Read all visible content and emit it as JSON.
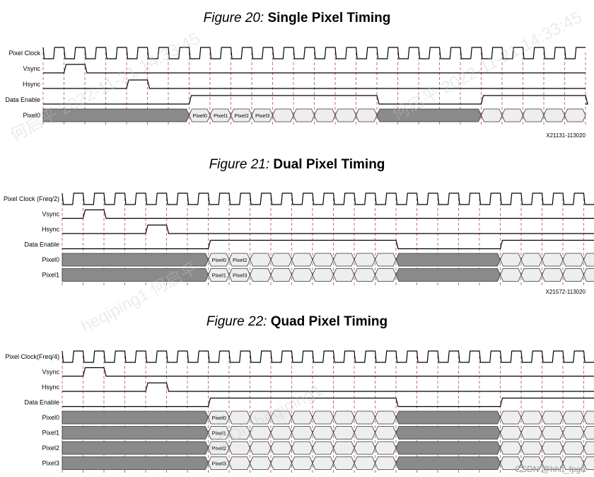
{
  "watermark": {
    "lines": [
      "何启平 2022-11-21 14:33:45",
      "heqiping1 何启平",
      "CSDN heqiping1"
    ]
  },
  "footer": "CSDN @hhh_fpga",
  "figures": [
    {
      "number": "Figure 20:",
      "name": "Single Pixel Timing",
      "code": "X21131-113020",
      "signals": [
        {
          "label": "Pixel Clock",
          "type": "clock"
        },
        {
          "label": "Vsync",
          "type": "pulse",
          "high": [
            [
              1,
              2
            ]
          ]
        },
        {
          "label": "Hsync",
          "type": "pulse",
          "high": [
            [
              4,
              5
            ]
          ]
        },
        {
          "label": "Data Enable",
          "type": "pulse",
          "high": [
            [
              7,
              16
            ],
            [
              21,
              26
            ]
          ]
        },
        {
          "label": "Pixel0",
          "type": "bus",
          "blank": [
            [
              0,
              7
            ],
            [
              16,
              21
            ]
          ],
          "labels": [
            "Pixel0",
            "Pixel1",
            "Pixel2",
            "Pixel3"
          ]
        }
      ]
    },
    {
      "number": "Figure 21:",
      "name": "Dual Pixel Timing",
      "code": "X21572-113020",
      "signals": [
        {
          "label": "Pixel Clock (Freq/2)",
          "type": "clock"
        },
        {
          "label": "Vsync",
          "type": "pulse",
          "high": [
            [
              1,
              2
            ]
          ]
        },
        {
          "label": "Hsync",
          "type": "pulse",
          "high": [
            [
              4,
              5
            ]
          ]
        },
        {
          "label": "Data Enable",
          "type": "pulse",
          "high": [
            [
              7,
              16
            ],
            [
              21,
              26
            ]
          ]
        },
        {
          "label": "Pixel0",
          "type": "bus",
          "blank": [
            [
              0,
              7
            ],
            [
              16,
              21
            ]
          ],
          "labels": [
            "Pixel0",
            "Pixel2"
          ]
        },
        {
          "label": "Pixel1",
          "type": "bus",
          "blank": [
            [
              0,
              7
            ],
            [
              16,
              21
            ]
          ],
          "labels": [
            "Pixel1",
            "Pixel3"
          ]
        }
      ]
    },
    {
      "number": "Figure 22:",
      "name": "Quad Pixel Timing",
      "code": "",
      "signals": [
        {
          "label": "Pixel Clock(Freq/4)",
          "type": "clock"
        },
        {
          "label": "Vsync",
          "type": "pulse",
          "high": [
            [
              1,
              2
            ]
          ]
        },
        {
          "label": "Hsync",
          "type": "pulse",
          "high": [
            [
              4,
              5
            ]
          ]
        },
        {
          "label": "Data Enable",
          "type": "pulse",
          "high": [
            [
              7,
              16
            ],
            [
              21,
              26
            ]
          ]
        },
        {
          "label": "Pixel0",
          "type": "bus",
          "blank": [
            [
              0,
              7
            ],
            [
              16,
              21
            ]
          ],
          "labels": [
            "Pixel0"
          ]
        },
        {
          "label": "Pixel1",
          "type": "bus",
          "blank": [
            [
              0,
              7
            ],
            [
              16,
              21
            ]
          ],
          "labels": [
            "Pixel1"
          ]
        },
        {
          "label": "Pixel2",
          "type": "bus",
          "blank": [
            [
              0,
              7
            ],
            [
              16,
              21
            ]
          ],
          "labels": [
            "Pixel2"
          ]
        },
        {
          "label": "Pixel3",
          "type": "bus",
          "blank": [
            [
              0,
              7
            ],
            [
              16,
              21
            ]
          ],
          "labels": [
            "Pixel3"
          ]
        }
      ]
    }
  ]
}
